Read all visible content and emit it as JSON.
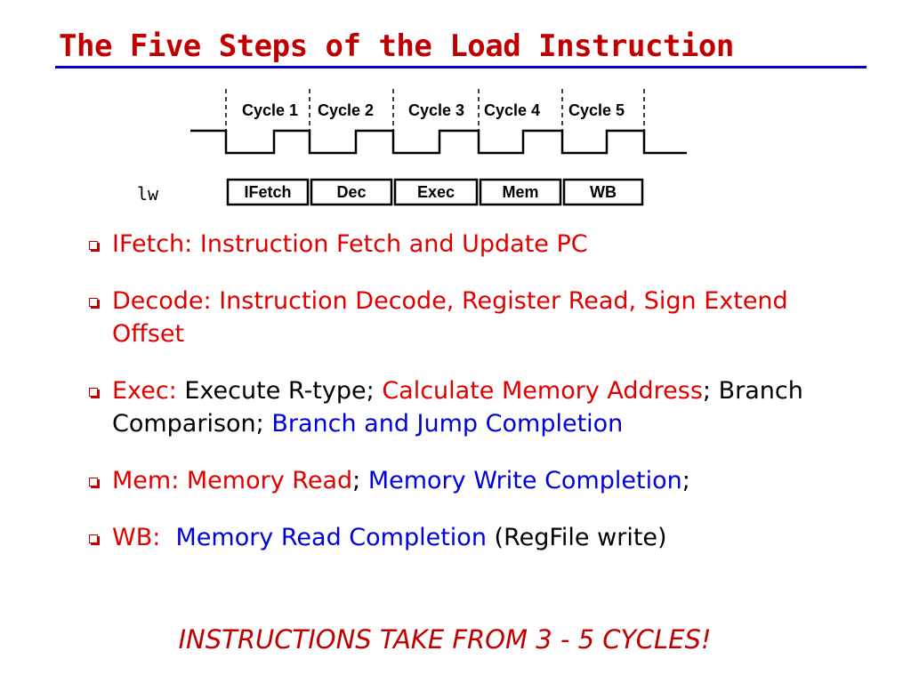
{
  "title": "The Five Steps of the Load Instruction",
  "cycles": [
    "Cycle 1",
    "Cycle 2",
    "Cycle 3",
    "Cycle 4",
    "Cycle 5"
  ],
  "instruction": "lw",
  "stages": [
    "IFetch",
    "Dec",
    "Exec",
    "Mem",
    "WB"
  ],
  "bullets": [
    {
      "parts": [
        {
          "text": "IFetch: ",
          "color": "red"
        },
        {
          "text": "Instruction Fetch and Update PC",
          "color": "red"
        }
      ]
    },
    {
      "parts": [
        {
          "text": "Decode: ",
          "color": "red"
        },
        {
          "text": "Instruction Decode, Register Read, Sign Extend Offset",
          "color": "red"
        }
      ]
    },
    {
      "parts": [
        {
          "text": "Exec: ",
          "color": "red"
        },
        {
          "text": "Execute R-type; ",
          "color": "black"
        },
        {
          "text": "Calculate Memory Address",
          "color": "red"
        },
        {
          "text": "; Branch Comparison; ",
          "color": "black"
        },
        {
          "text": "Branch and Jump Completion",
          "color": "blue"
        }
      ]
    },
    {
      "parts": [
        {
          "text": "Mem: ",
          "color": "red"
        },
        {
          "text": "Memory Read",
          "color": "red"
        },
        {
          "text": "; ",
          "color": "black"
        },
        {
          "text": "Memory Write Completion",
          "color": "blue"
        },
        {
          "text": ";",
          "color": "black"
        }
      ]
    },
    {
      "parts": [
        {
          "text": "WB:  ",
          "color": "red"
        },
        {
          "text": "Memory Read Completion",
          "color": "blue"
        },
        {
          "text": " (RegFile write)",
          "color": "black"
        }
      ]
    }
  ],
  "footer": "INSTRUCTIONS TAKE FROM 3 - 5 CYCLES!",
  "colors": {
    "title": "#c00000",
    "rule": "#0000cc",
    "red": "#e00000",
    "blue": "#0000d8",
    "black": "#000000"
  }
}
